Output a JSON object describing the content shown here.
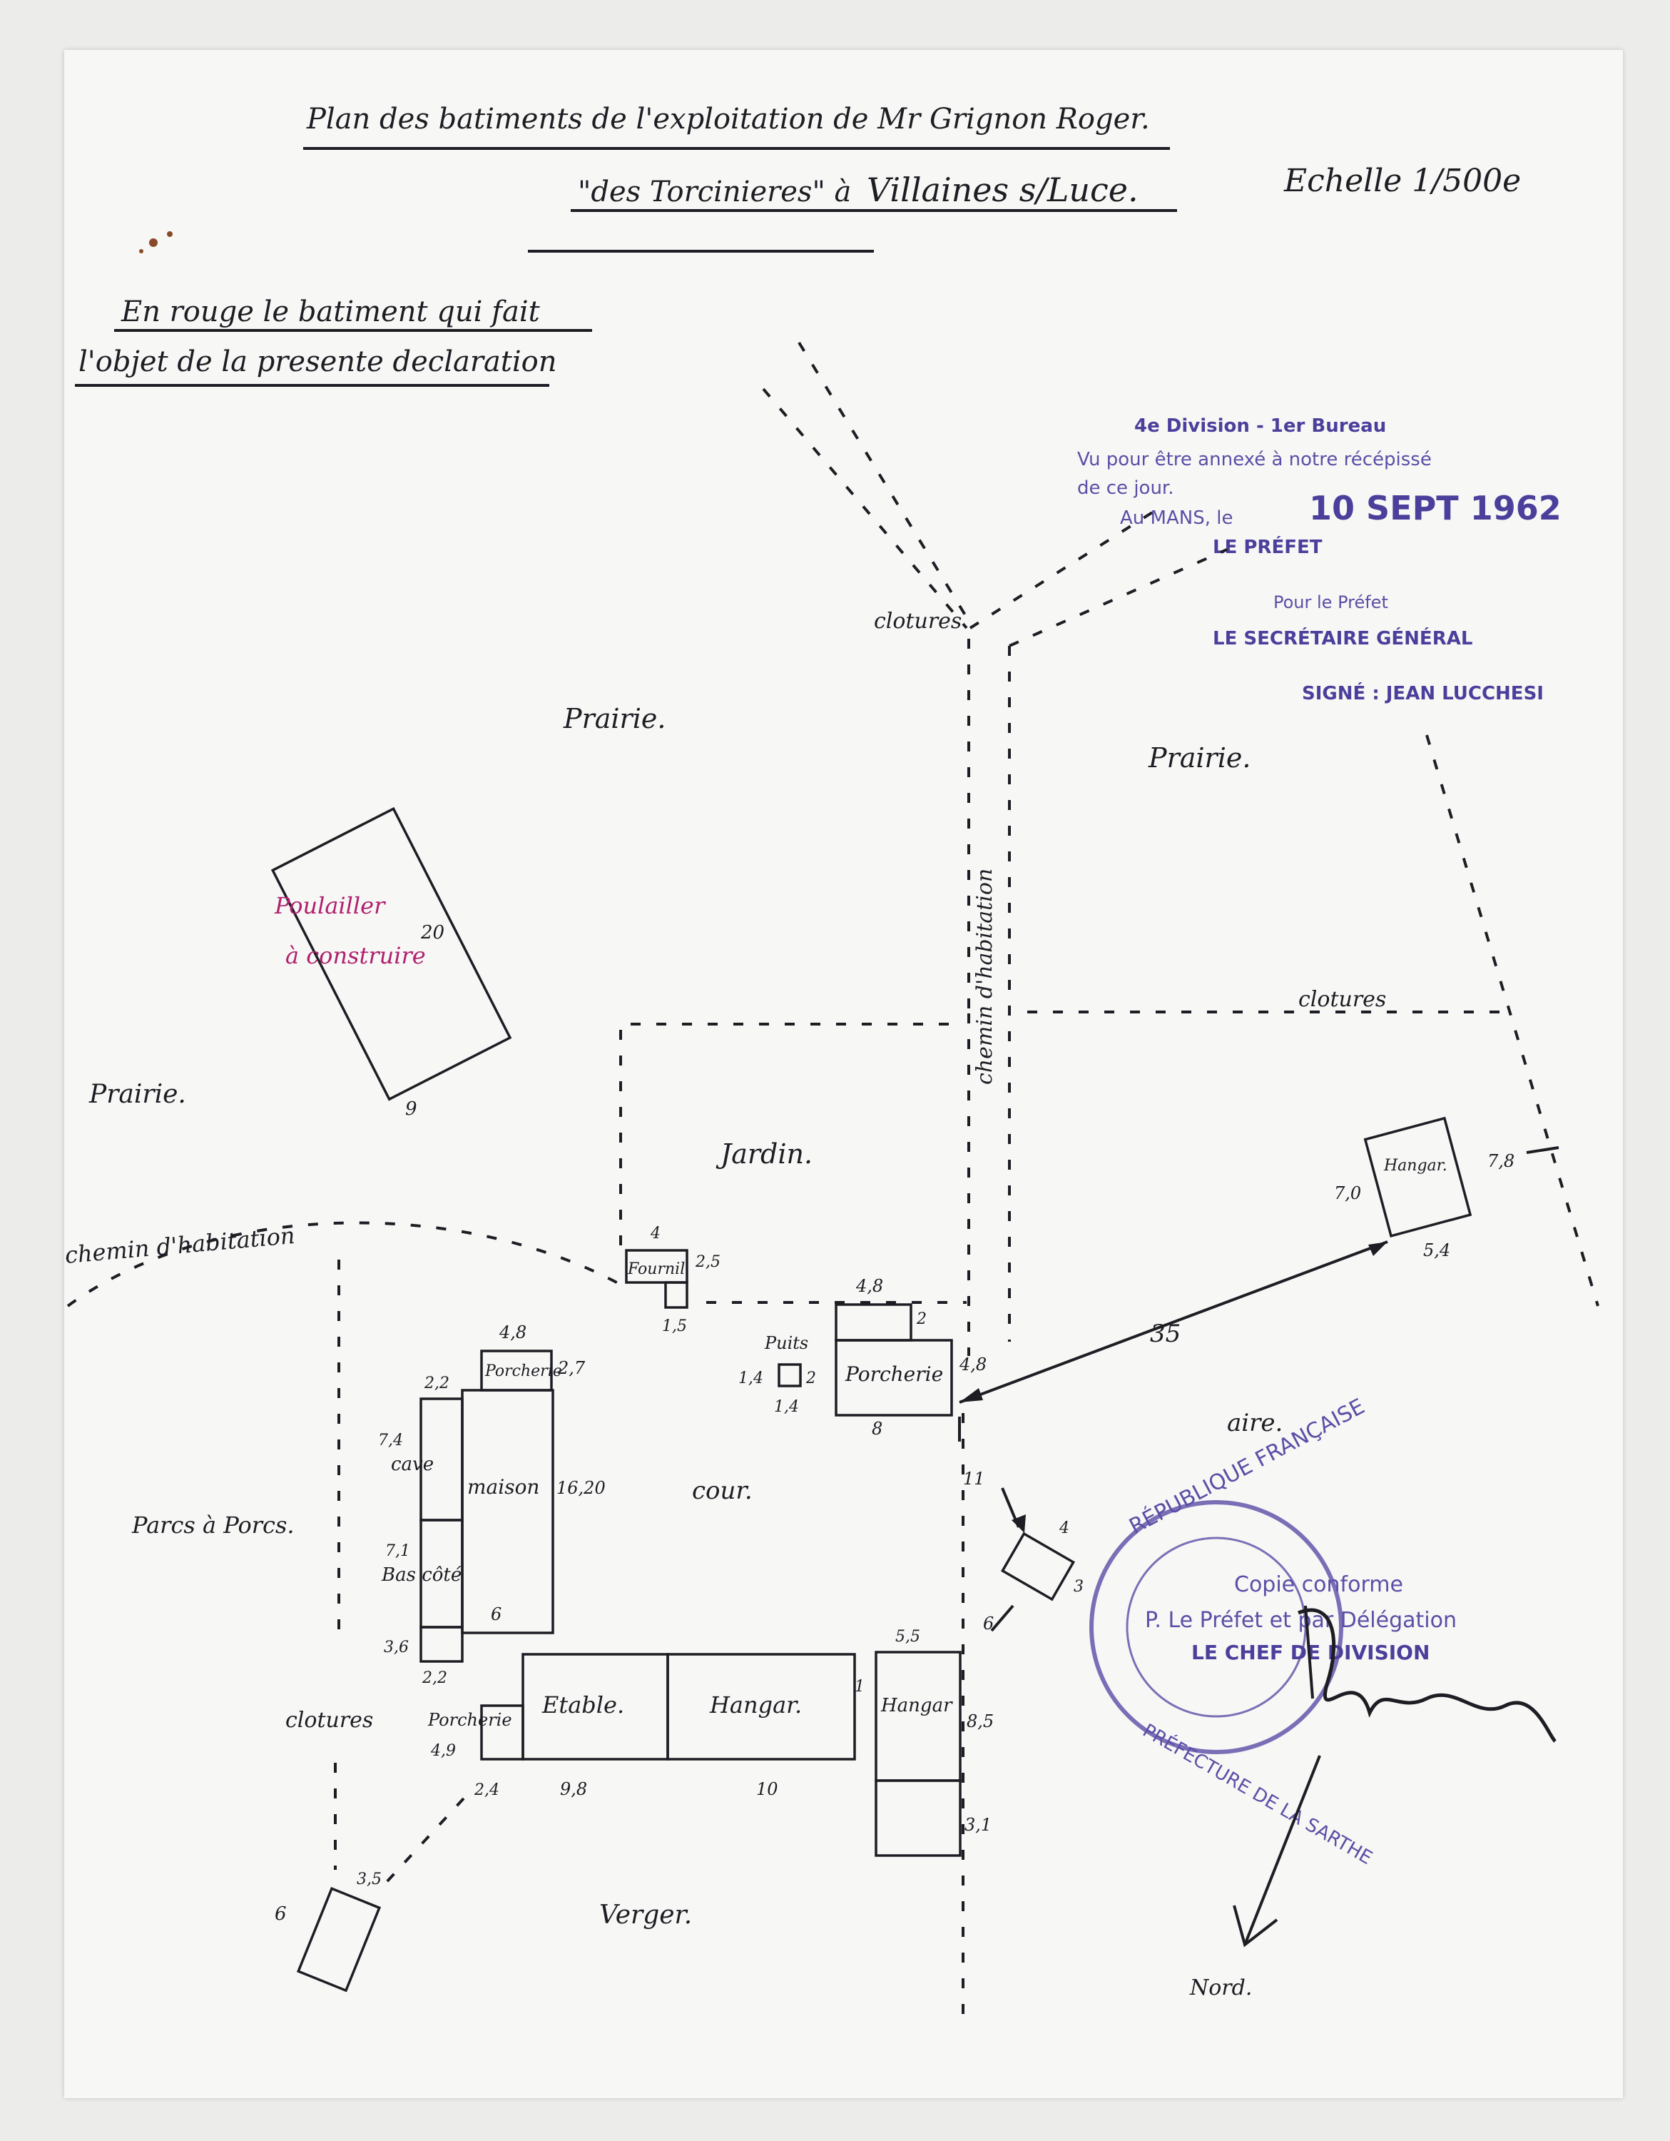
{
  "header": {
    "title_line1": "Plan des batiments de l'exploitation de Mr Grignon Roger.",
    "title_line2_a": "\"des Torcinieres\" à",
    "title_line2_b": "Villaines s/Luce.",
    "scale": "Echelle 1/500e",
    "note_line1": "En rouge le batiment qui fait",
    "note_line2": "l'objet de la presente declaration"
  },
  "stamp_top": {
    "line1": "4e Division - 1er Bureau",
    "line2": "Vu pour être annexé à notre récépissé",
    "line3": "de ce jour.",
    "line4": "Au MANS, le",
    "date": "10 SEPT 1962",
    "line5": "LE PRÉFET",
    "line6": "Pour le Préfet",
    "line7": "LE SECRÉTAIRE GÉNÉRAL",
    "line8": "SIGNÉ : JEAN LUCCHESI"
  },
  "stamp_bottom": {
    "ring_top": "RÉPUBLIQUE FRANÇAISE",
    "ring_bottom": "PRÉFECTURE DE LA SARTHE",
    "line1": "Copie conforme",
    "line2": "P. Le Préfet et par Délégation",
    "line3": "LE CHEF DE DIVISION"
  },
  "labels": {
    "prairie_top": "Prairie.",
    "prairie_right": "Prairie.",
    "prairie_left": "Prairie.",
    "clotures_top": "clotures",
    "clotures_right": "clotures",
    "clotures_left": "clotures",
    "chemin_vertical": "chemin d'habitation",
    "chemin_left": "chemin d'habitation",
    "poulailler_1": "Poulailler",
    "poulailler_2": "à construire",
    "jardin": "Jardin.",
    "fournil": "Fournil",
    "puits": "Puits",
    "porcherie_top": "Porcherie",
    "porcherie_mid": "Porcherie",
    "porcherie_bottom": "Porcherie",
    "cave": "cave",
    "maison": "maison",
    "bas_cote": "Bas côté",
    "cour": "cour.",
    "parcs": "Parcs à Porcs.",
    "etable": "Etable.",
    "hangar_mid": "Hangar.",
    "hangar_right": "Hangar",
    "hangar_far": "Hangar.",
    "aire": "aire.",
    "verger": "Verger.",
    "nord": "Nord."
  },
  "dims": {
    "poul_20": "20",
    "poul_9": "9",
    "four_4": "4",
    "four_25": "2,5",
    "four_15": "1,5",
    "por_48": "4,8",
    "por_2": "2",
    "por_418": "4,8",
    "por_8": "8",
    "puits_14a": "1,4",
    "puits_2": "2",
    "puits_14b": "1,4",
    "ptop_48": "4,8",
    "ptop_27": "2,7",
    "ptop_22": "2,2",
    "cave_74": "7,4",
    "mais_1620": "16,20",
    "mais_6": "6",
    "bas_71": "7,1",
    "bas_36": "3,6",
    "bas_22": "2,2",
    "pbot_49": "4,9",
    "pbot_24": "2,4",
    "etab_98": "9,8",
    "hang_10": "10",
    "hang_1": "1",
    "hr_55": "5,5",
    "hr_85": "8,5",
    "hr_31": "3,1",
    "d_11": "11",
    "d_4": "4",
    "d_3": "3",
    "d_6": "6",
    "hf_70": "7,0",
    "hf_78": "7,8",
    "hf_54": "5,4",
    "d_35": "35",
    "v_6": "6",
    "v_35": "3,5"
  },
  "colors": {
    "ink": "#1d1d24",
    "stamp": "#5a4fa6",
    "red_label": "#b0206e",
    "paper": "#f7f7f5"
  }
}
